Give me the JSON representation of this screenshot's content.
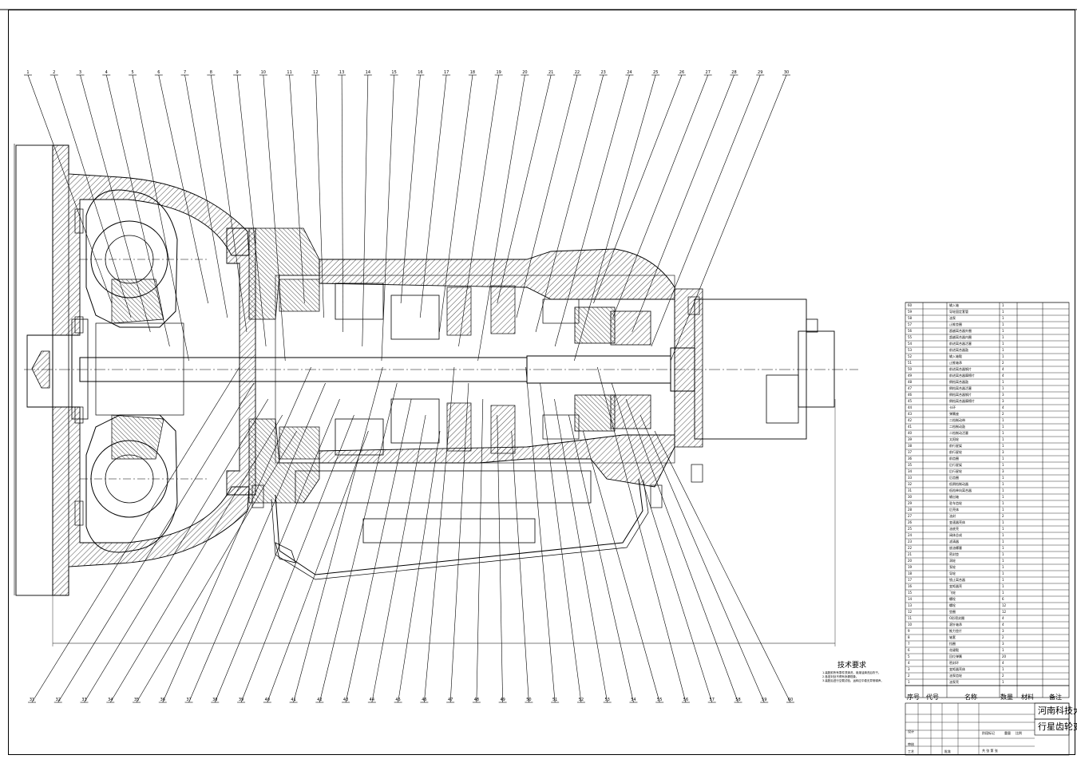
{
  "drawing": {
    "title": "行星齿轮变速器装配图",
    "school": "河南科技大",
    "drawing_name": "行星齿轮变",
    "tech_requirements": {
      "title": "技术要求",
      "lines": [
        "1.装配前所有零件须清洗，用煤油清洗后吹干。",
        "2.各密封处不得有渗漏现象。",
        "3.装配后进行空载试验，运转应平稳无异常噪声。"
      ]
    },
    "balloons": [
      "1",
      "2",
      "3",
      "4",
      "5",
      "6",
      "7",
      "8",
      "9",
      "10",
      "11",
      "12",
      "13",
      "14",
      "15",
      "16",
      "17",
      "18",
      "19",
      "20",
      "21",
      "22",
      "23",
      "24",
      "25",
      "26",
      "27",
      "28",
      "29",
      "30",
      "31",
      "32",
      "33",
      "34",
      "35",
      "36",
      "37",
      "38",
      "39",
      "40",
      "41",
      "42",
      "43",
      "44",
      "45",
      "46",
      "47",
      "48",
      "49",
      "50",
      "51",
      "52",
      "53",
      "54",
      "55",
      "56",
      "57",
      "58",
      "59",
      "60"
    ],
    "bom_header": {
      "seq": "序号",
      "code": "代号",
      "name": "名称",
      "qty": "数量",
      "material": "材料",
      "remark": "备注"
    },
    "bom_rows": [
      {
        "seq": "60",
        "name": "输入轴",
        "qty": "1",
        "material": ""
      },
      {
        "seq": "59",
        "name": "导轮固定套管",
        "qty": "1",
        "material": ""
      },
      {
        "seq": "58",
        "name": "油泵",
        "qty": "1",
        "material": ""
      },
      {
        "seq": "57",
        "name": "止推垫圈",
        "qty": "1",
        "material": ""
      },
      {
        "seq": "56",
        "name": "超越离合器外圈",
        "qty": "1",
        "material": ""
      },
      {
        "seq": "55",
        "name": "超越离合器内圈",
        "qty": "1",
        "material": ""
      },
      {
        "seq": "54",
        "name": "前进离合器活塞",
        "qty": "1",
        "material": ""
      },
      {
        "seq": "53",
        "name": "前进离合器鼓",
        "qty": "1",
        "material": ""
      },
      {
        "seq": "52",
        "name": "输入轴毂",
        "qty": "1",
        "material": ""
      },
      {
        "seq": "51",
        "name": "止推轴承",
        "qty": "2",
        "material": ""
      },
      {
        "seq": "50",
        "name": "前进离合器钢片",
        "qty": "4",
        "material": ""
      },
      {
        "seq": "49",
        "name": "前进离合器摩擦片",
        "qty": "4",
        "material": ""
      },
      {
        "seq": "48",
        "name": "倒档离合器鼓",
        "qty": "1",
        "material": ""
      },
      {
        "seq": "47",
        "name": "倒档离合器活塞",
        "qty": "1",
        "material": ""
      },
      {
        "seq": "46",
        "name": "倒档离合器钢片",
        "qty": "3",
        "material": ""
      },
      {
        "seq": "45",
        "name": "倒档离合器摩擦片",
        "qty": "3",
        "material": ""
      },
      {
        "seq": "44",
        "name": "卡环",
        "qty": "4",
        "material": ""
      },
      {
        "seq": "43",
        "name": "弹簧座",
        "qty": "2",
        "material": ""
      },
      {
        "seq": "42",
        "name": "二档制动带",
        "qty": "1",
        "material": ""
      },
      {
        "seq": "41",
        "name": "二档制动鼓",
        "qty": "1",
        "material": ""
      },
      {
        "seq": "40",
        "name": "二档制动活塞",
        "qty": "1",
        "material": ""
      },
      {
        "seq": "39",
        "name": "太阳轮",
        "qty": "1",
        "material": ""
      },
      {
        "seq": "38",
        "name": "前行星架",
        "qty": "1",
        "material": ""
      },
      {
        "seq": "37",
        "name": "前行星轮",
        "qty": "3",
        "material": ""
      },
      {
        "seq": "36",
        "name": "前齿圈",
        "qty": "1",
        "material": ""
      },
      {
        "seq": "35",
        "name": "后行星架",
        "qty": "1",
        "material": ""
      },
      {
        "seq": "34",
        "name": "后行星轮",
        "qty": "3",
        "material": ""
      },
      {
        "seq": "33",
        "name": "后齿圈",
        "qty": "1",
        "material": ""
      },
      {
        "seq": "32",
        "name": "低倒档制动器",
        "qty": "1",
        "material": ""
      },
      {
        "seq": "31",
        "name": "低档单向离合器",
        "qty": "1",
        "material": ""
      },
      {
        "seq": "30",
        "name": "输出轴",
        "qty": "1",
        "material": ""
      },
      {
        "seq": "29",
        "name": "驻车齿轮",
        "qty": "1",
        "material": ""
      },
      {
        "seq": "28",
        "name": "后壳体",
        "qty": "1",
        "material": ""
      },
      {
        "seq": "27",
        "name": "油封",
        "qty": "2",
        "material": ""
      },
      {
        "seq": "26",
        "name": "变速器壳体",
        "qty": "1",
        "material": ""
      },
      {
        "seq": "25",
        "name": "油底壳",
        "qty": "1",
        "material": ""
      },
      {
        "seq": "24",
        "name": "阀体总成",
        "qty": "1",
        "material": ""
      },
      {
        "seq": "23",
        "name": "滤清器",
        "qty": "1",
        "material": ""
      },
      {
        "seq": "22",
        "name": "放油螺塞",
        "qty": "1",
        "material": ""
      },
      {
        "seq": "21",
        "name": "密封垫",
        "qty": "1",
        "material": ""
      },
      {
        "seq": "20",
        "name": "涡轮",
        "qty": "1",
        "material": ""
      },
      {
        "seq": "19",
        "name": "泵轮",
        "qty": "1",
        "material": ""
      },
      {
        "seq": "18",
        "name": "导轮",
        "qty": "1",
        "material": ""
      },
      {
        "seq": "17",
        "name": "锁止离合器",
        "qty": "1",
        "material": ""
      },
      {
        "seq": "16",
        "name": "变矩器壳",
        "qty": "1",
        "material": ""
      },
      {
        "seq": "15",
        "name": "飞轮",
        "qty": "1",
        "material": ""
      },
      {
        "seq": "14",
        "name": "螺栓",
        "qty": "6",
        "material": ""
      },
      {
        "seq": "13",
        "name": "螺栓",
        "qty": "12",
        "material": ""
      },
      {
        "seq": "12",
        "name": "垫圈",
        "qty": "12",
        "material": ""
      },
      {
        "seq": "11",
        "name": "O形密封圈",
        "qty": "4",
        "material": ""
      },
      {
        "seq": "10",
        "name": "滚针轴承",
        "qty": "4",
        "material": ""
      },
      {
        "seq": "9",
        "name": "推力垫片",
        "qty": "3",
        "material": ""
      },
      {
        "seq": "8",
        "name": "轴套",
        "qty": "2",
        "material": ""
      },
      {
        "seq": "7",
        "name": "挡圈",
        "qty": "3",
        "material": ""
      },
      {
        "seq": "6",
        "name": "花键毂",
        "qty": "1",
        "material": ""
      },
      {
        "seq": "5",
        "name": "回位弹簧",
        "qty": "20",
        "material": ""
      },
      {
        "seq": "4",
        "name": "密封环",
        "qty": "4",
        "material": ""
      },
      {
        "seq": "3",
        "name": "变矩器壳体",
        "qty": "1",
        "material": ""
      },
      {
        "seq": "2",
        "name": "油泵齿轮",
        "qty": "2",
        "material": ""
      },
      {
        "seq": "1",
        "name": "油泵壳",
        "qty": "1",
        "material": ""
      }
    ],
    "title_block": {
      "design": "设计",
      "check": "审核",
      "process": "工艺",
      "approve": "批准",
      "scale": "比例",
      "sheet": "共  张 第  张",
      "stage": "阶段标记",
      "weight": "重量"
    }
  },
  "colors": {
    "line": "#000000",
    "hatch": "#000000",
    "background": "#ffffff"
  }
}
